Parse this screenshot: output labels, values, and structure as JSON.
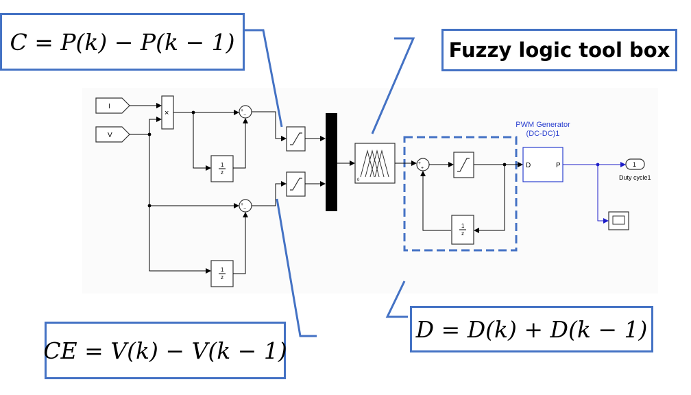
{
  "equations": {
    "c": "C = P(k) − P(k − 1)",
    "ce": "CE = V(k) − V(k − 1)",
    "d": "D = D(k) + D(k − 1)"
  },
  "title_box": "Fuzzy logic tool box",
  "inports": {
    "current": "I",
    "voltage": "V"
  },
  "product_sign": "×",
  "sum_signs": {
    "plus": "+",
    "minus": "−"
  },
  "unit_delay": {
    "num": "1",
    "den": "z"
  },
  "fuzzy_block_label": "0",
  "pwm": {
    "title_line1": "PWM Generator",
    "title_line2": "(DC-DC)1",
    "port_in": "D",
    "port_out": "P"
  },
  "outport": {
    "number": "1",
    "label": "Duty cycle1"
  },
  "colors": {
    "accent": "#4472c4",
    "signal": "#1e1ec8",
    "pwm_title": "#2a3fcf"
  }
}
